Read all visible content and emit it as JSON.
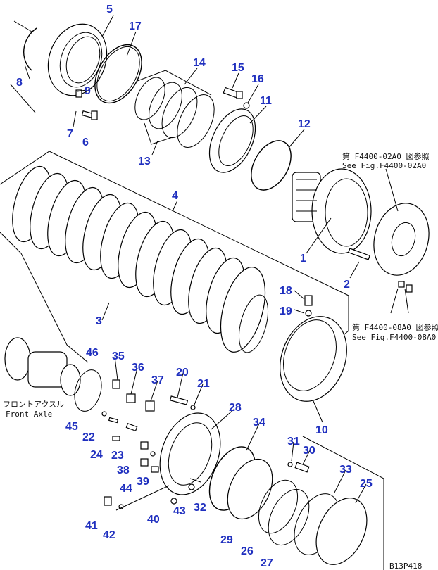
{
  "part_numbers": [
    "5",
    "17",
    "14",
    "15",
    "16",
    "11",
    "12",
    "8",
    "9",
    "7",
    "6",
    "13",
    "4",
    "1",
    "2",
    "3",
    "18",
    "19",
    "10",
    "46",
    "35",
    "36",
    "37",
    "20",
    "21",
    "28",
    "34",
    "31",
    "30",
    "33",
    "25",
    "45",
    "22",
    "24",
    "23",
    "38",
    "39",
    "44",
    "43",
    "32",
    "41",
    "42",
    "40",
    "29",
    "26",
    "27"
  ],
  "references": {
    "top_jp": "第 F4400-02A0 図参照",
    "top_en": "See Fig.F4400-02A0",
    "mid_jp": "第 F4400-08A0 図参照",
    "mid_en": "See Fig.F4400-08A0",
    "axle_jp": "フロントアクスル",
    "axle_en": "Front Axle",
    "code": "B13P418"
  }
}
